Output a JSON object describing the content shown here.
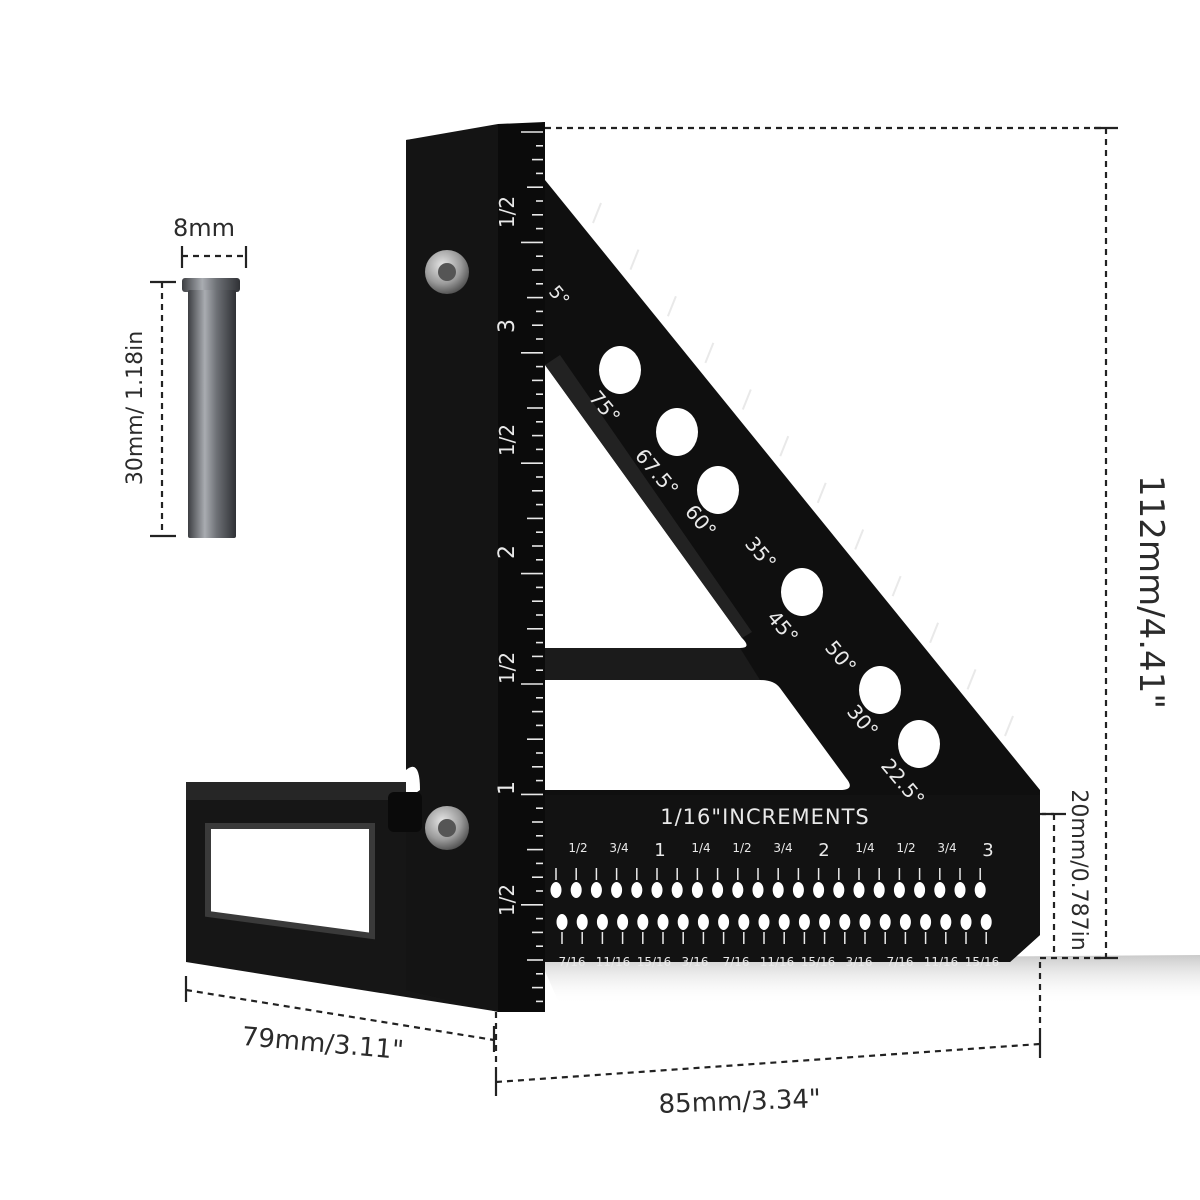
{
  "pin": {
    "diameter_label": "8mm",
    "length_label": "30mm/ 1.18in"
  },
  "dimensions": {
    "height_label": "112mm/4.41\"",
    "side_depth_label": "79mm/3.11\"",
    "base_width_label": "85mm/3.34\"",
    "base_height_label": "20mm/0.787in"
  },
  "square": {
    "increments_label": "1/16\"INCREMENTS",
    "angle_labels": [
      "5°",
      "75°",
      "67.5°",
      "60°",
      "35°",
      "45°",
      "50°",
      "30°",
      "22.5°"
    ],
    "ruler_labels": [
      "1/2",
      "3",
      "1/2",
      "2",
      "1/2",
      "1",
      "1/2"
    ],
    "top_scale_labels": [
      "1/2",
      "3/4",
      "1",
      "1/4",
      "1/2",
      "3/4",
      "2",
      "1/4",
      "1/2",
      "3/4",
      "3"
    ],
    "bottom_scale_labels": [
      "7/16",
      "11/16",
      "15/16",
      "3/16",
      "7/16",
      "11/16",
      "15/16",
      "3/16",
      "7/16",
      "11/16",
      "15/16"
    ]
  },
  "colors": {
    "metal": "#0f0f0f",
    "metal_edge": "#2a2a2a",
    "engraving": "#e9e9e9",
    "pin": "#6a6d72"
  }
}
